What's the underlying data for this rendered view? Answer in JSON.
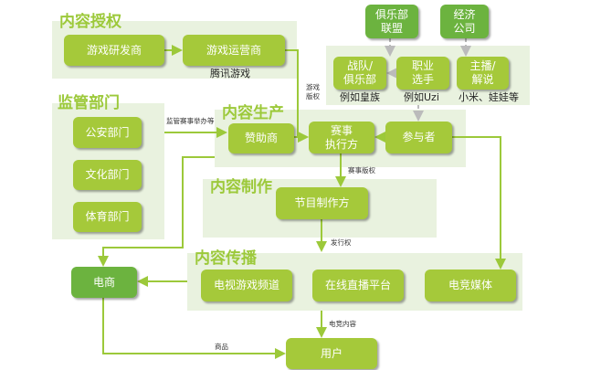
{
  "sections": {
    "authorization": "内容授权",
    "regulation": "监管部门",
    "production": "内容生产",
    "making": "内容制作",
    "distribution": "内容传播"
  },
  "nodes": {
    "developer": "游戏研发商",
    "operator": "游戏运营商",
    "operator_example": "腾讯游戏",
    "police": "公安部门",
    "culture": "文化部门",
    "sports": "体育部门",
    "league": "俱乐部\n联盟",
    "agency": "经济\n公司",
    "team": "战队/\n俱乐部",
    "team_example": "例如皇族",
    "player": "职业\n选手",
    "player_example": "例如Uzi",
    "streamer": "主播/\n解说",
    "streamer_example": "小米、娃娃等",
    "sponsor": "赞助商",
    "organizer": "赛事\n执行方",
    "participant": "参与者",
    "producer": "节目制作方",
    "tv": "电视游戏频道",
    "live": "在线直播平台",
    "media": "电竞媒体",
    "ecommerce": "电商",
    "user": "用户"
  },
  "edges": {
    "game_copyright": "游戏\n版权",
    "regulate": "监管赛事举办等",
    "event_copyright": "赛事版权",
    "publish": "发行权",
    "content": "电竞内容",
    "goods": "商品"
  },
  "colors": {
    "box": "#a5c93a",
    "dark": "#6cb33f",
    "panel": "#e9f2df",
    "line": "#9cc93a"
  }
}
